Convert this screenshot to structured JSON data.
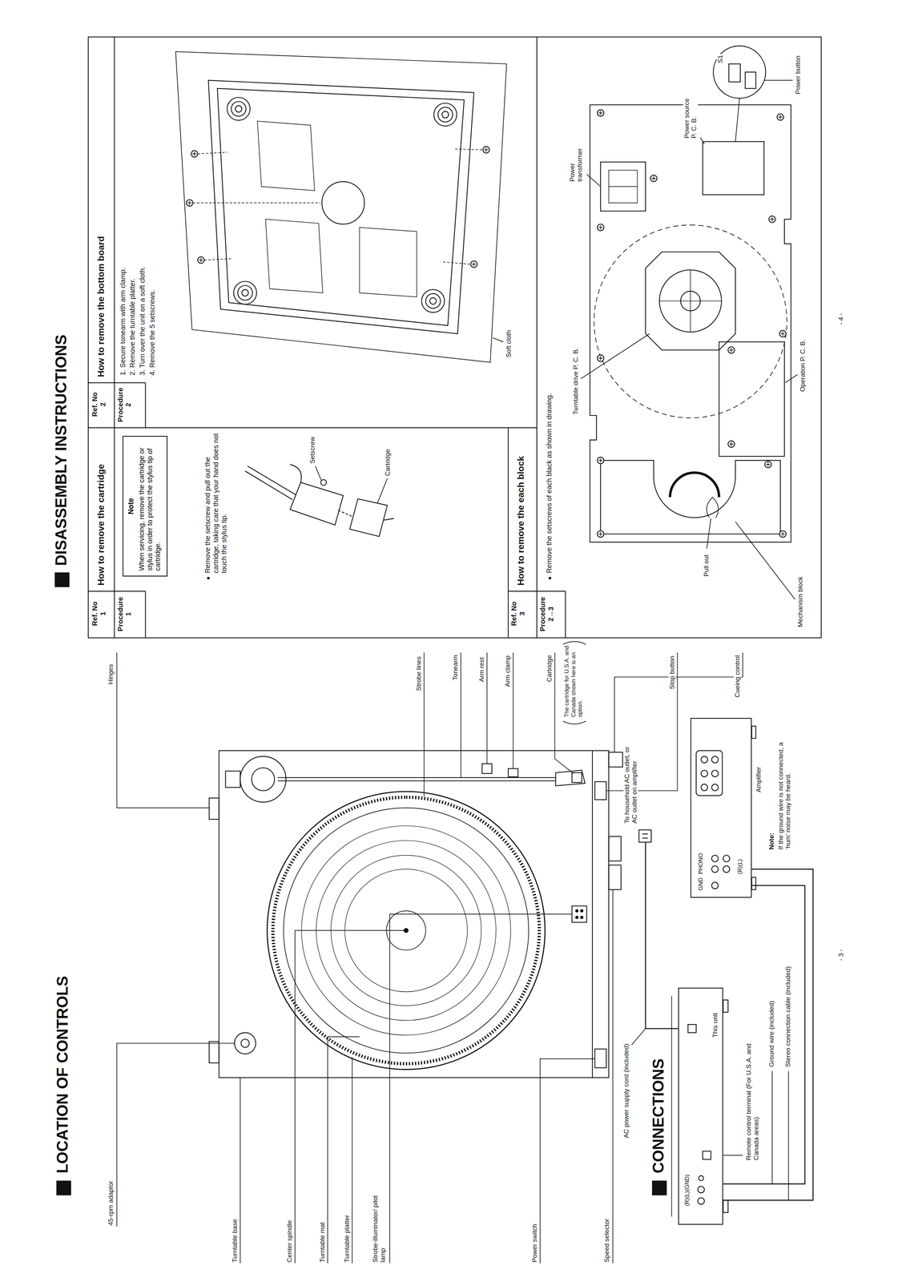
{
  "diagram": {
    "nodes": [
      {
        "text": [
          "Note",
          "When servicing, remove the cartridge or stylus in order to protect the stylus tip of cartridge."
        ]
      },
      {
        "text": [
          "(R)(L)(GND)",
          "This unit"
        ]
      },
      {
        "text": [
          "GND",
          "PHONO",
          "(R)(L)",
          "Amplifier"
        ]
      }
    ],
    "edges": [
      {
        "from": 1,
        "to": 2,
        "arrow": "none"
      },
      {
        "from": 1,
        "to": 2,
        "arrow": "none"
      }
    ],
    "labels": [
      "LOCATION OF CONTROLS",
      "45-rpm adaptor",
      "Hinges",
      "Turntable base",
      "Center spindle",
      "Turntable mat",
      "Turntable platter",
      "Strobe-illuminator/ pilot lamp",
      "Power switch",
      "Speed selector",
      "Strobe lines",
      "Tonearm",
      "Arm rest",
      "Arm clamp",
      "Cartridge",
      "The cartridge for U.S.A. and Canada shown here is an option.",
      "Stop button",
      "Cueing control",
      "- 3 -",
      "CONNECTIONS",
      "AC power supply cord (included)",
      "To household AC outlet, or AC outlet on amplifier",
      "Remote control terminal (For U.S.A. and Canada areas)",
      "Ground wire (included)",
      "Stereo connection cable (included)",
      "Note:",
      "If the ground wire is not connected, a ‘hum’ noise may be heard.",
      "DISASSEMBLY INSTRUCTIONS",
      "Ref. No 1",
      "How to remove the cartridge",
      "Procedure 1",
      "Ref. No 2",
      "How to remove the bottom board",
      "Procedure 2",
      "1. Secure tonearm with arm clamp.",
      "2. Remove the turntable platter.",
      "3. Turn over the unit on a soft cloth.",
      "4. Remove the 5 setscrews.",
      "Remove the setscrew and pull out the cartridge, taking care that your hand does not touch the stylus tip.",
      "Setscrew",
      "Cartridge",
      "Soft cloth",
      "Ref. No 3",
      "How to remove the each block",
      "Procedure 2→3",
      "Remove the setscrews of each black as shown in drawing.",
      "Mechanism block",
      "Pull out",
      "Turntable drive P. C. B.",
      "Power transformer",
      "Power source P. C. B.",
      "S1",
      "Power button",
      "Operation P. C. B.",
      "- 4 -"
    ]
  }
}
